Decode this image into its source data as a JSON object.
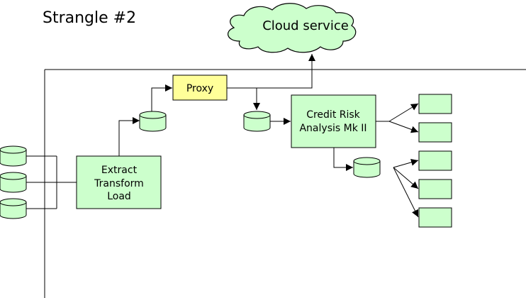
{
  "title": "Strangle #2",
  "colors": {
    "box_fill": "#ccffcc",
    "proxy_fill": "#ffff99",
    "cloud_fill": "#ccffcc",
    "stroke": "#000000"
  },
  "diagram": {
    "cloud": {
      "label": "Cloud service"
    },
    "proxy": {
      "label": "Proxy"
    },
    "etl": {
      "lines": [
        "Extract",
        "Transform",
        "Load"
      ]
    },
    "credit_risk": {
      "lines": [
        "Credit Risk",
        "Analysis Mk II"
      ]
    },
    "source_databases": [
      {},
      {},
      {}
    ],
    "output_boxes": [
      {},
      {},
      {},
      {},
      {}
    ]
  }
}
